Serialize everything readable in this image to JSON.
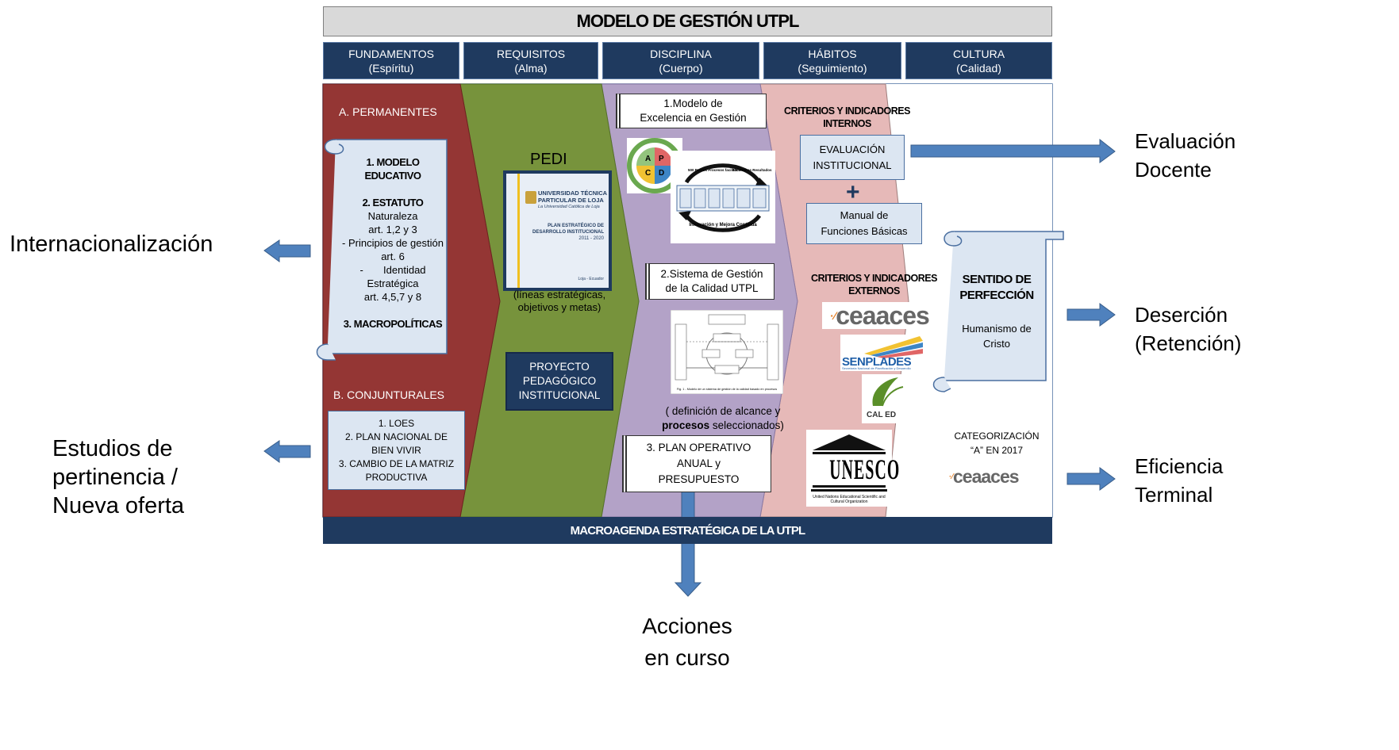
{
  "title": "MODELO DE GESTIÓN UTPL",
  "columns": [
    {
      "name": "FUNDAMENTOS",
      "sub": "(Espíritu)"
    },
    {
      "name": "REQUISITOS",
      "sub": "(Alma)"
    },
    {
      "name": "DISCIPLINA",
      "sub": "(Cuerpo)"
    },
    {
      "name": "HÁBITOS",
      "sub": "(Seguimiento)"
    },
    {
      "name": "CULTURA",
      "sub": "(Calidad)"
    }
  ],
  "colors": {
    "navy": "#1f3a5f",
    "red": "#943634",
    "green": "#77933c",
    "purple": "#b3a2c7",
    "pink": "#e6b9b8",
    "arrow": "#4f81bd"
  },
  "fundamentos": {
    "permanentes_label": "A. PERMANENTES",
    "scroll_lines": [
      "1. MODELO",
      "EDUCATIVO",
      "2. ESTATUTO",
      "Naturaleza",
      "art. 1,2 y 3",
      "- Principios de gestión",
      "art. 6",
      "-       Identidad",
      "Estratégica",
      "art. 4,5,7 y 8",
      "3. MACROPOLÍTICAS"
    ],
    "coyunturales_label": "B. CONJUNTURALES",
    "coyunturales_lines": [
      "1. LOES",
      "2. PLAN NACIONAL DE",
      "BIEN VIVIR",
      "3. CAMBIO DE LA MATRIZ",
      "PRODUCTIVA"
    ]
  },
  "requisitos": {
    "pedi_label": "PEDI",
    "cover_lines": [
      "UNIVERSIDAD TÉCNICA",
      "PARTICULAR DE LOJA",
      "La Universidad Católica de Loja",
      "PLAN ESTRATÉGICO DE",
      "DESARROLLO INSTITUCIONAL",
      "2011 - 2020",
      "Loja - Ecuador"
    ],
    "caption_lines": [
      "(líneas estratégicas,",
      "objetivos y metas)"
    ],
    "proyecto_lines": [
      "PROYECTO",
      "PEDAGÓGICO",
      "INSTITUCIONAL"
    ]
  },
  "disciplina": {
    "box1_lines": [
      "1.Modelo de",
      "Excelencia en Gestión"
    ],
    "diagram1_text": "Innovación y Mejora Continua",
    "diagram1_top_left": "500 Puntos Procesos facilitadores",
    "diagram1_top_right": "500 Puntos Resultados",
    "pdca": [
      "A",
      "P",
      "C",
      "D"
    ],
    "box2_lines": [
      "2.Sistema de Gestión",
      "de la Calidad UTPL"
    ],
    "diagram2_caption": "Fig. 1 - Modelo de un sistema de gestión de la calidad basado en procesos",
    "caption_lines": [
      "( definición de alcance y",
      "procesos seleccionados)"
    ],
    "caption_bold": "procesos",
    "caption_rest": " seleccionados)",
    "box3_lines": [
      "3. PLAN OPERATIVO",
      "ANUAL y",
      "PRESUPUESTO"
    ]
  },
  "habitos": {
    "internos_lines": [
      "CRITERIOS Y INDICADORES",
      "INTERNOS"
    ],
    "evaluacion_lines": [
      "EVALUACIÓN",
      "INSTITUCIONAL"
    ],
    "plus": "+",
    "manual_lines": [
      "Manual de",
      "Funciones  Básicas"
    ],
    "externos_lines": [
      "CRITERIOS Y INDICADORES",
      "EXTERNOS"
    ],
    "ceaaces": "ceaaces",
    "senplades": "SENPLADES",
    "senplades_sub": "Secretaría Nacional de Planificación y Desarrollo",
    "caled": "CAL ED",
    "unesco": "UNESCO",
    "unesco_sub": "United Nations Educational Scientific and Cultural Organization"
  },
  "cultura": {
    "scroll_lines": [
      "SENTIDO DE",
      "PERFECCIÓN"
    ],
    "scroll_sub": [
      "Humanismo de",
      "Cristo"
    ],
    "cat_lines": [
      "CATEGORIZACIÓN",
      "“A” EN 2017"
    ],
    "ceaaces": "ceaaces"
  },
  "bottom_bar": "MACROAGENDA ESTRATÉGICA DE LA UTPL",
  "outcomes": {
    "left1": "Internacionalización",
    "left2": [
      "Estudios de",
      "pertinencia /",
      "Nueva oferta"
    ],
    "right1": [
      "Evaluación",
      "Docente"
    ],
    "right2": [
      "Deserción",
      "(Retención)"
    ],
    "right3": [
      "Eficiencia",
      "Terminal"
    ],
    "bottom": [
      "Acciones",
      "en curso"
    ]
  }
}
